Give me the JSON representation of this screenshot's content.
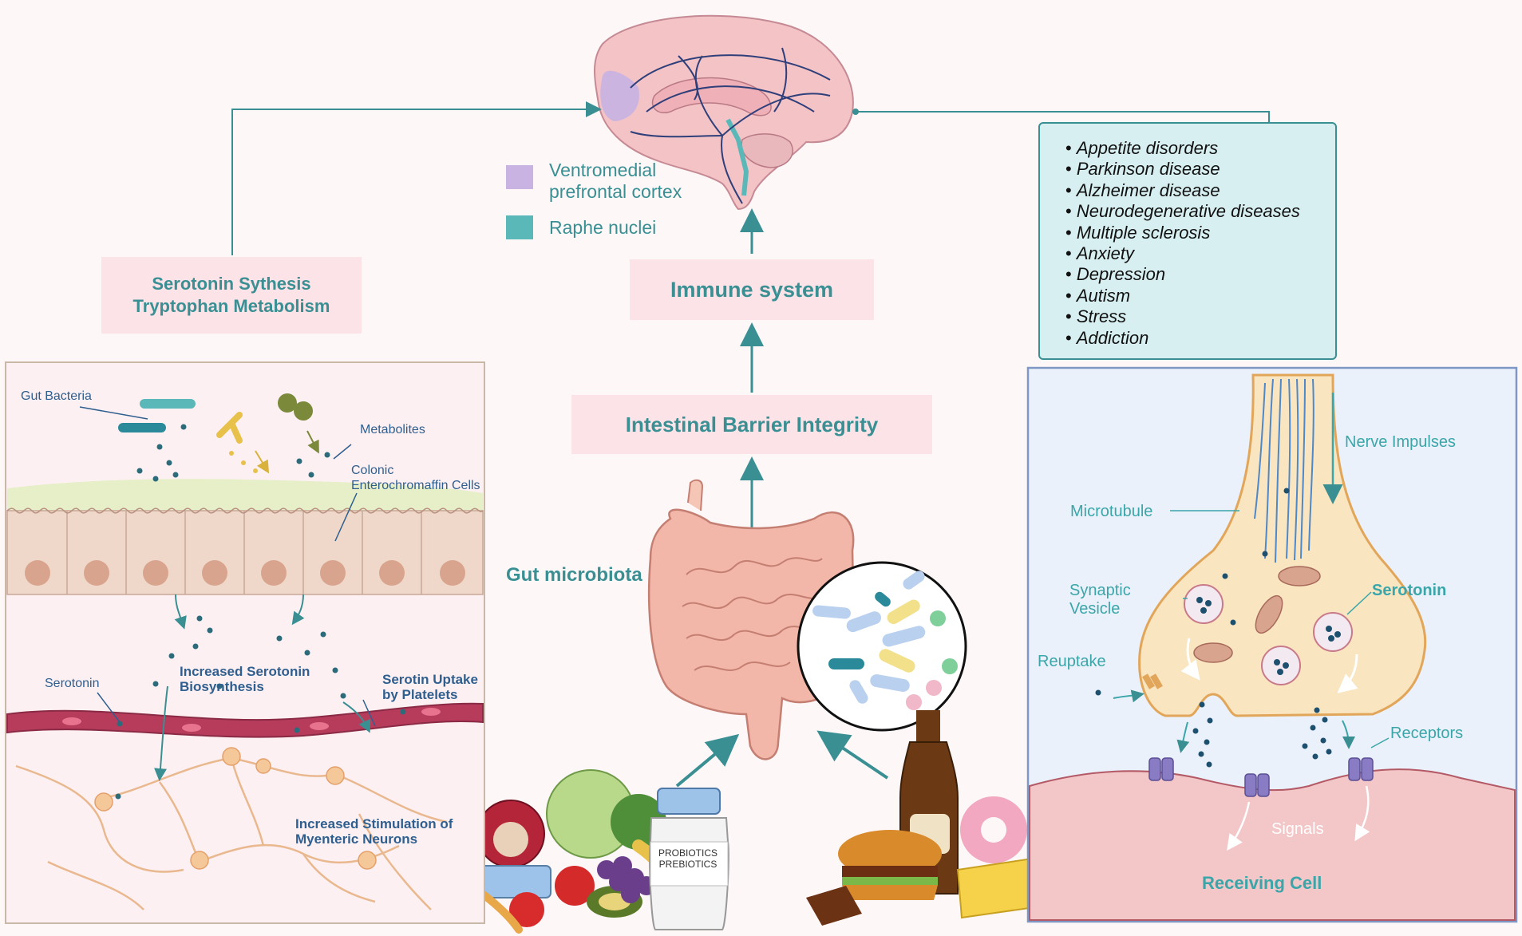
{
  "legend": {
    "vmpfc_label_line1": "Ventromedial",
    "vmpfc_label_line2": "prefrontal cortex",
    "vmpfc_color": "#c8b3e3",
    "raphe_label": "Raphe nuclei",
    "raphe_color": "#5bb8b8"
  },
  "pathway": {
    "serotonin_synthesis_line1": "Serotonin Sythesis",
    "serotonin_synthesis_line2": "Tryptophan Metabolism",
    "immune_system": "Immune system",
    "intestinal_barrier": "Intestinal Barrier Integrity",
    "gut_microbiota": "Gut microbiota"
  },
  "diseases": [
    "Appetite disorders",
    "Parkinson disease",
    "Alzheimer disease",
    "Neurodegenerative diseases",
    "Multiple sclerosis",
    "Anxiety",
    "Depression",
    "Autism",
    "Stress",
    "Addiction"
  ],
  "gut_panel": {
    "gut_bacteria": "Gut Bacteria",
    "metabolites": "Metabolites",
    "colonic_line1": "Colonic",
    "colonic_line2": "Enterochromaffin Cells",
    "increased_serotonin_line1": "Increased Serotonin",
    "increased_serotonin_line2": "Biosynthesis",
    "serotonin": "Serotonin",
    "uptake_line1": "Serotin Uptake",
    "uptake_line2": "by Platelets",
    "stimulation_line1": "Increased Stimulation of",
    "stimulation_line2": "Myenteric Neurons"
  },
  "bottle": {
    "line1": "PROBIOTICS",
    "line2": "PREBIOTICS"
  },
  "synapse_panel": {
    "nerve_impulses": "Nerve Impulses",
    "microtubule": "Microtubule",
    "synaptic_line1": "Synaptic",
    "synaptic_line2": "Vesicle",
    "serotonin": "Serotonin",
    "reuptake": "Reuptake",
    "receptors": "Receptors",
    "signals": "Signals",
    "receiving_cell": "Receiving Cell"
  },
  "colors": {
    "teal": "#3a8f93",
    "pill_bg": "#fbe3e8",
    "panel_border": "#7f97c4"
  }
}
